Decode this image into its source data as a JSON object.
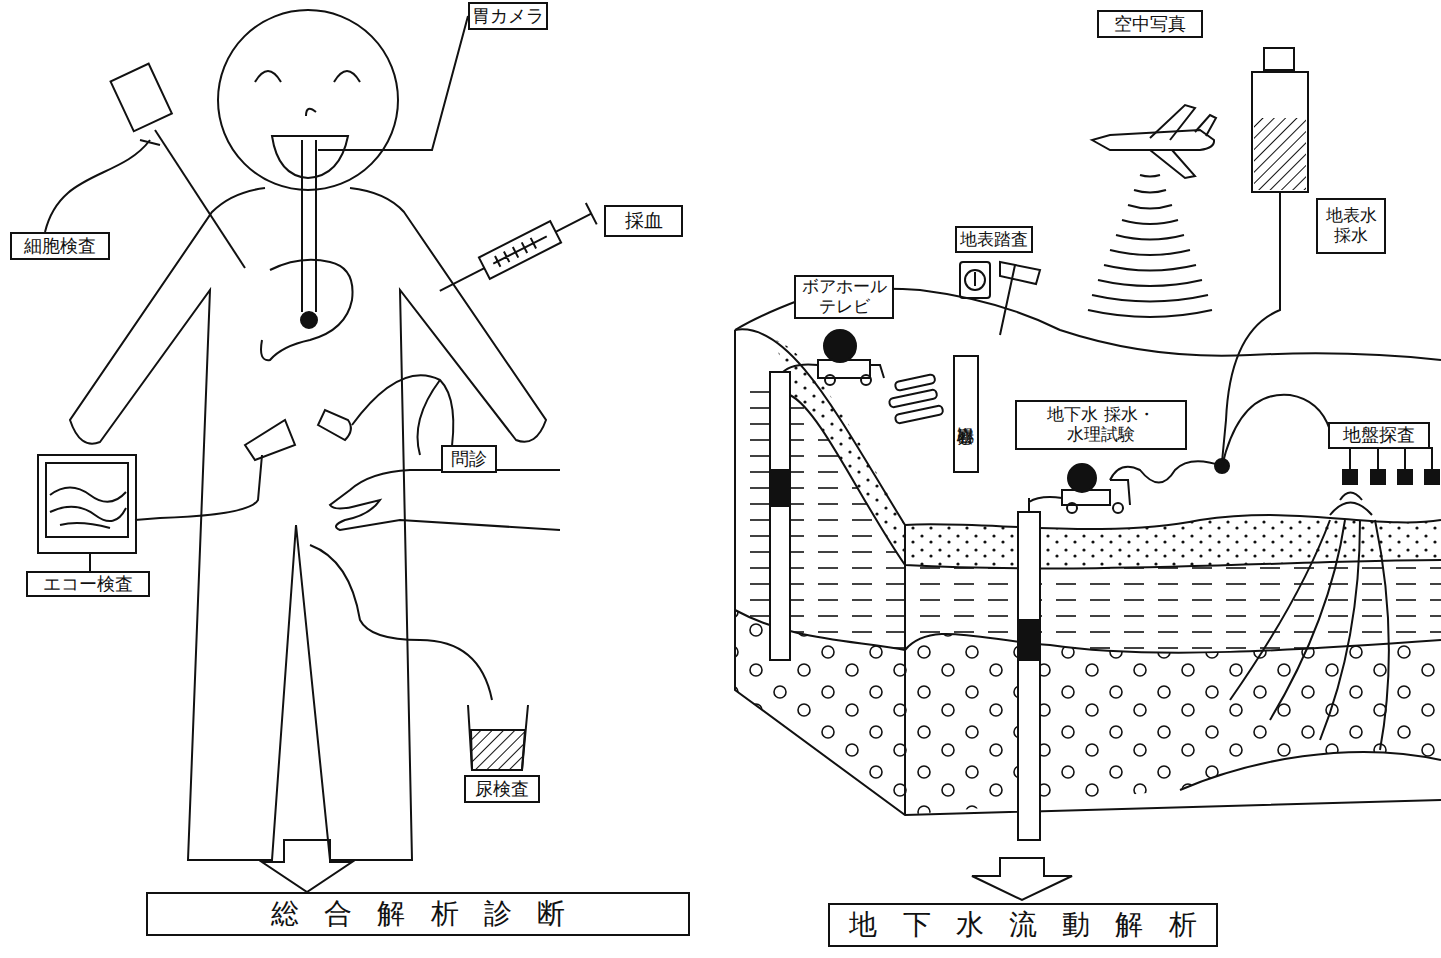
{
  "diagram": {
    "nodes": [
      {
        "text": [
          "胃カメラ"
        ]
      },
      {
        "text": [
          "空中写真"
        ]
      },
      {
        "text": [
          "細胞検査"
        ]
      },
      {
        "text": [
          "採血"
        ]
      },
      {
        "text": [
          "地表水 採水"
        ]
      },
      {
        "text": [
          "地表踏査"
        ]
      },
      {
        "text": [
          "ボアホール テレビ"
        ]
      },
      {
        "text": [
          "岩心観察"
        ]
      },
      {
        "text": [
          "地下水 採水・水理試験"
        ]
      },
      {
        "text": [
          "地盤探査"
        ]
      },
      {
        "text": [
          "問診"
        ]
      },
      {
        "text": [
          "エコー検査"
        ]
      },
      {
        "text": [
          "尿検査"
        ]
      },
      {
        "text": [
          "総合解析診断"
        ]
      },
      {
        "text": [
          "地下水流動解析"
        ]
      }
    ]
  }
}
